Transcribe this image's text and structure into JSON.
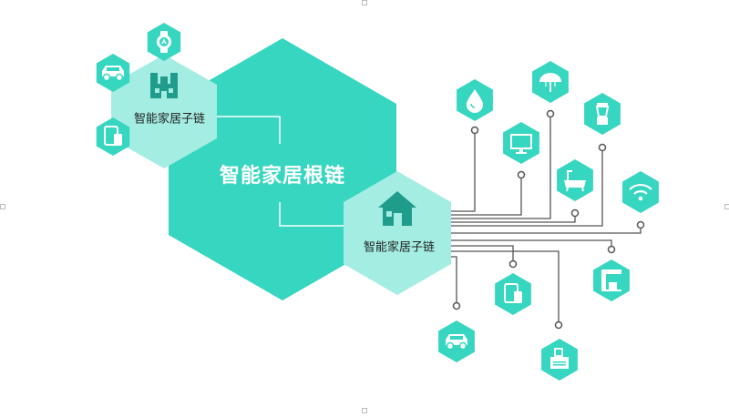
{
  "colors": {
    "primary": "#36d6c0",
    "light": "#a4ede2",
    "icon": "#1f9c8b",
    "wire": "#555555",
    "background": "#ffffff"
  },
  "diagram": {
    "root": {
      "label": "智能家居根链"
    },
    "sub_chains": [
      {
        "label": "智能家居子链",
        "icon": "house-icon"
      },
      {
        "label": "智能家居子链",
        "icon": "home-icon"
      }
    ],
    "left_devices": [
      "watch-icon",
      "car-icon",
      "tablet-icon"
    ],
    "right_devices": [
      "water-drop-icon",
      "umbrella-icon",
      "blender-icon",
      "monitor-icon",
      "bathtub-icon",
      "wifi-icon",
      "coffee-machine-icon",
      "tablet-icon",
      "car-icon",
      "printer-icon"
    ]
  }
}
